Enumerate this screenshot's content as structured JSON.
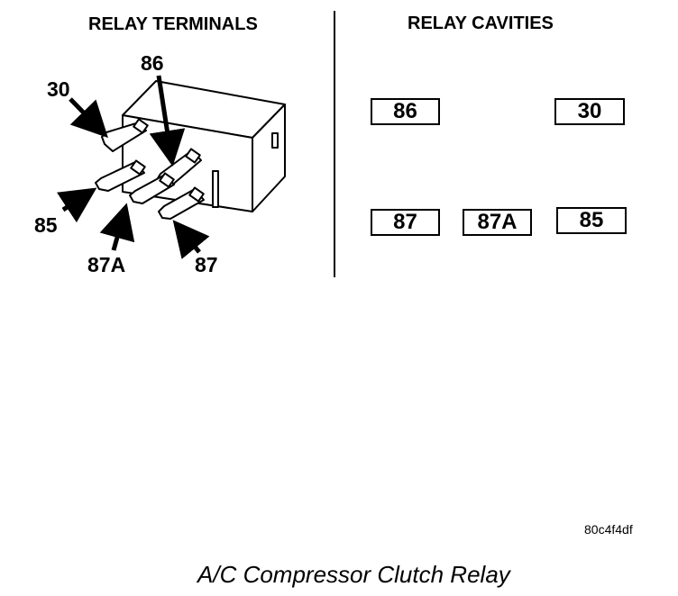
{
  "left_panel": {
    "heading": "RELAY TERMINALS",
    "terminal_labels": {
      "t30": "30",
      "t86": "86",
      "t85": "85",
      "t87a": "87A",
      "t87": "87"
    }
  },
  "right_panel": {
    "heading": "RELAY CAVITIES",
    "cavities": {
      "c86": "86",
      "c30": "30",
      "c87": "87",
      "c87a": "87A",
      "c85": "85"
    }
  },
  "figure_id": "80c4f4df",
  "caption": "A/C Compressor Clutch Relay"
}
